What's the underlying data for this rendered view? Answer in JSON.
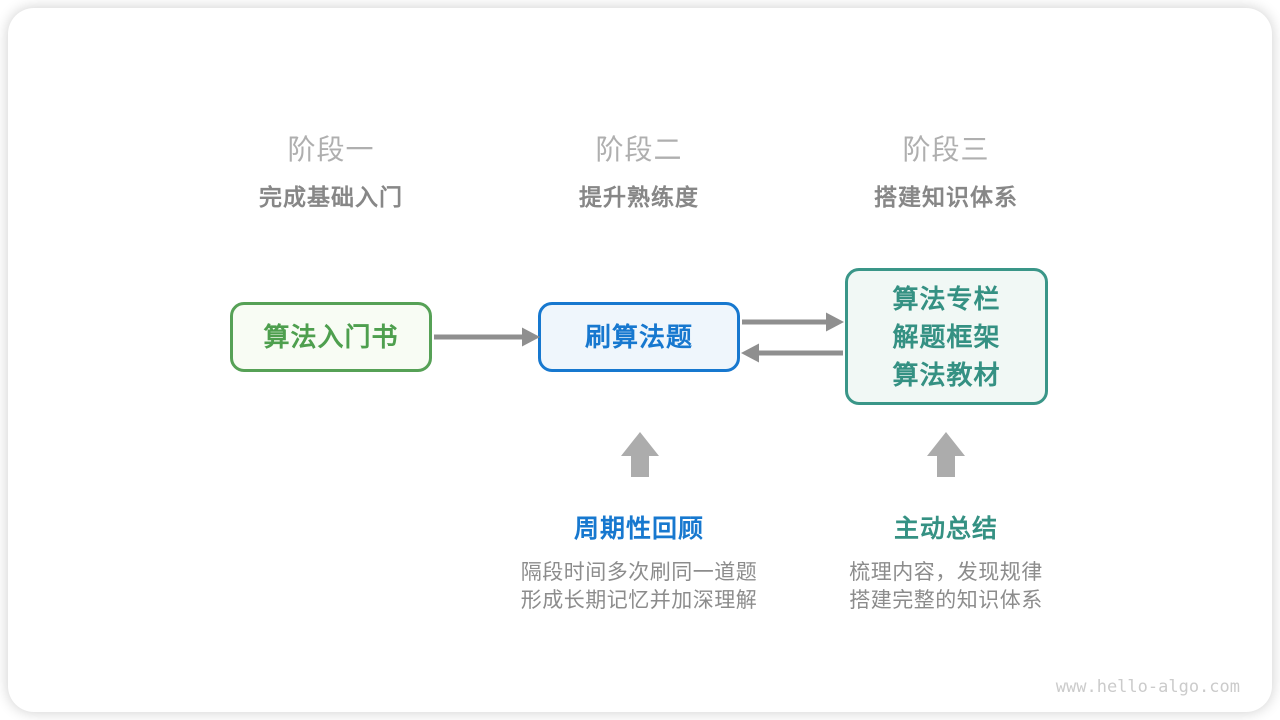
{
  "diagram": {
    "stages": [
      {
        "title": "阶段一",
        "subtitle": "完成基础入门"
      },
      {
        "title": "阶段二",
        "subtitle": "提升熟练度"
      },
      {
        "title": "阶段三",
        "subtitle": "搭建知识体系"
      }
    ],
    "nodes": {
      "intro_book": {
        "label": "算法入门书",
        "accent": "#56A156"
      },
      "practice": {
        "label": "刷算法题",
        "accent": "#1778CF"
      },
      "knowledge": {
        "lines": [
          "算法专栏",
          "解题框架",
          "算法教材"
        ],
        "accent": "#3A9688"
      }
    },
    "annotations": {
      "review": {
        "label": "周期性回顾",
        "accent": "#1778CF",
        "desc": [
          "隔段时间多次刷同一道题",
          "形成长期记忆并加深理解"
        ]
      },
      "summarize": {
        "label": "主动总结",
        "accent": "#359183",
        "desc": [
          "梳理内容，发现规律",
          "搭建完整的知识体系"
        ]
      }
    },
    "connector_color": "#8F8F8F",
    "up_arrow_color": "#ACACAC",
    "watermark": "www.hello-algo.com"
  }
}
